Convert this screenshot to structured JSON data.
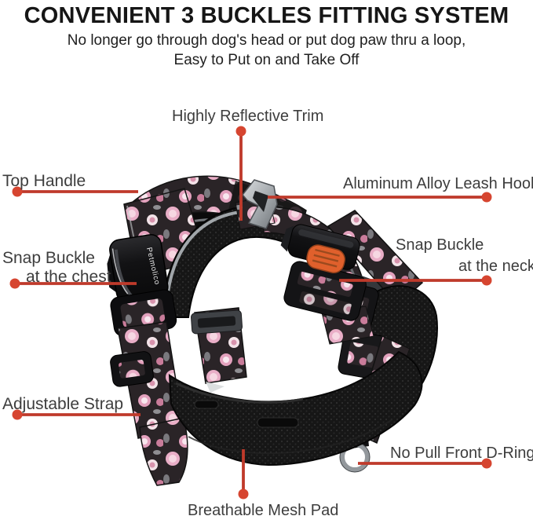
{
  "header": {
    "title": "CONVENIENT 3 BUCKLES FITTING SYSTEM",
    "subtitle_line1": "No longer go through dog's head or put dog paw thru a loop,",
    "subtitle_line2": "Easy to Put on and Take Off"
  },
  "callouts": {
    "reflective_trim": "Highly Reflective Trim",
    "top_handle": "Top Handle",
    "leash_hook": "Aluminum Alloy Leash Hook",
    "chest_buckle_line1": "Snap Buckle",
    "chest_buckle_line2": "at the chest",
    "neck_buckle_line1": "Snap Buckle",
    "neck_buckle_line2": "at the neck",
    "adjustable_strap": "Adjustable Strap",
    "front_d_ring": "No Pull Front D-Ring",
    "mesh_pad": "Breathable Mesh Pad"
  },
  "product": {
    "brand_text_on_buckle": "Petmolico"
  },
  "colors": {
    "callout_line": "#bf3a2b",
    "callout_dot": "#d64530",
    "label_text": "#3d3d3d",
    "title_text": "#161616",
    "buckle_button": "#e0602c",
    "floral_pink": "#e9aec7",
    "harness_black": "#161616"
  }
}
